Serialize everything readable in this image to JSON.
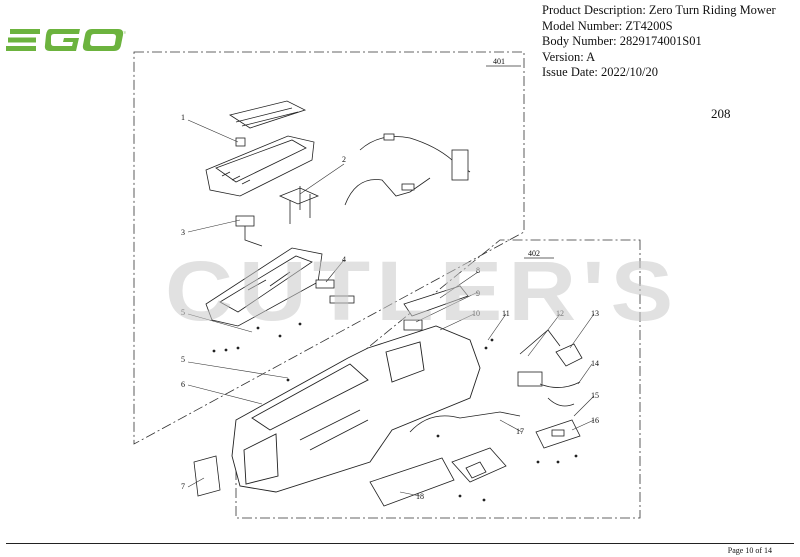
{
  "logo": {
    "text": "EGO",
    "color": "#6cb33e"
  },
  "info": {
    "product_description": "Product Description: Zero Turn Riding Mower",
    "model_number": "Model Number: ZT4200S",
    "body_number": "Body Number: 2829174001S01",
    "version": "Version: A",
    "issue_date": "Issue Date: 2022/10/20"
  },
  "page_code": "208",
  "watermark": "CUTLER'S",
  "footer": "Page 10 of 14",
  "groups": [
    {
      "label": "401"
    },
    {
      "label": "402"
    }
  ],
  "callouts": [
    "1",
    "2",
    "3",
    "4",
    "5",
    "5",
    "6",
    "7",
    "8",
    "9",
    "10",
    "11",
    "12",
    "13",
    "14",
    "15",
    "16",
    "17",
    "18"
  ]
}
